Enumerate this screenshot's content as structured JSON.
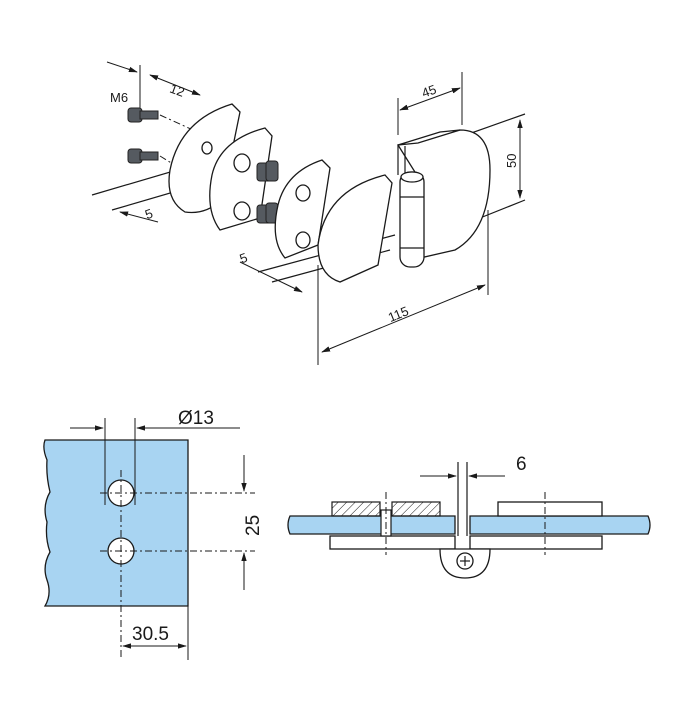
{
  "iso_view": {
    "thread": "M6",
    "screw_depth": "12",
    "glass_gap_left": "5",
    "glass_gap_right": "5",
    "width_top": "45",
    "height": "50",
    "length": "115"
  },
  "hole_view": {
    "hole_diameter": "Ø13",
    "hole_spacing": "25",
    "edge_distance": "30.5"
  },
  "section_view": {
    "gap": "6"
  },
  "colors": {
    "glass": "#a8d4f2",
    "line": "#1a1a1a",
    "screw": "#555a60"
  }
}
